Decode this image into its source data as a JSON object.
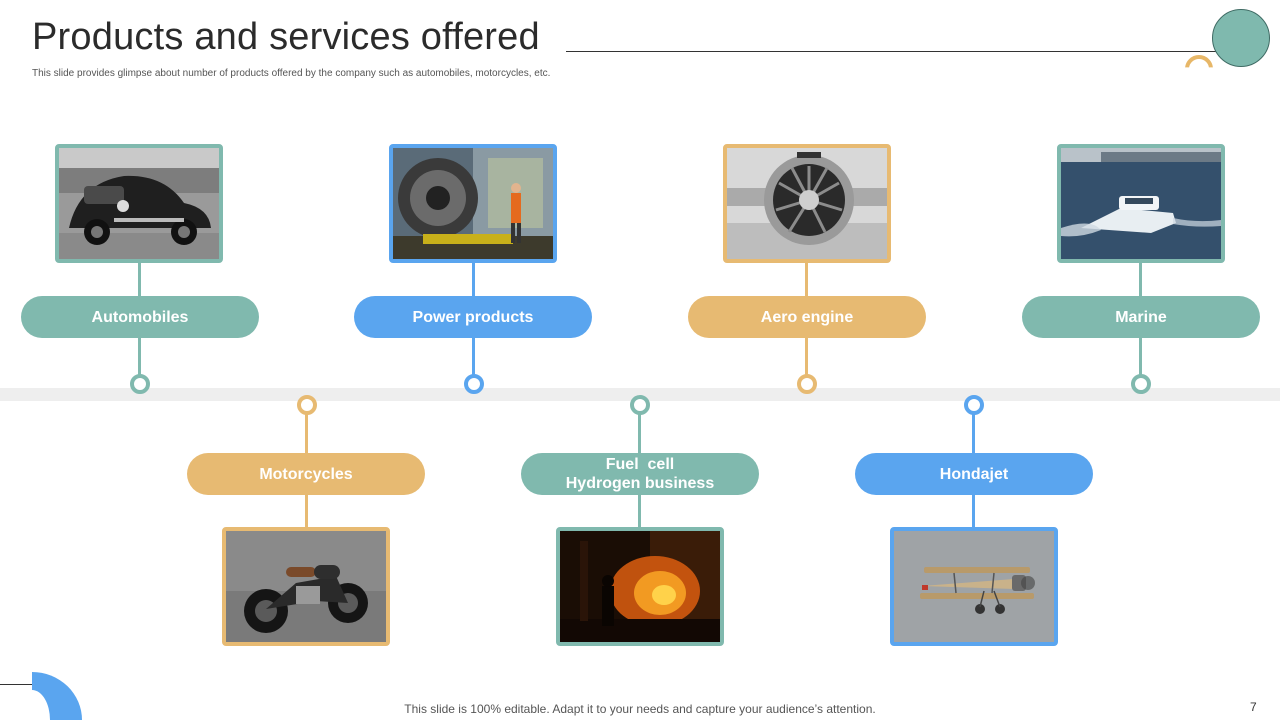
{
  "header": {
    "title": "Products and services offered",
    "subtitle": "This slide provides glimpse about number of products offered by the company such as automobiles, motorcycles, etc."
  },
  "colors": {
    "teal": "#80b9ae",
    "blue": "#5aa5ef",
    "gold": "#e7ba72"
  },
  "top_items": [
    {
      "label": "Automobiles",
      "image": "vintage-car-photo",
      "color": "teal"
    },
    {
      "label": "Power products",
      "image": "industrial-machinery-photo",
      "color": "blue"
    },
    {
      "label": "Aero engine",
      "image": "jet-engine-photo",
      "color": "gold"
    },
    {
      "label": "Marine",
      "image": "motorboat-photo",
      "color": "teal"
    }
  ],
  "bottom_items": [
    {
      "label": "Motorcycles",
      "image": "motorcycle-photo",
      "color": "gold"
    },
    {
      "label_line1": "Fuel  cell",
      "label_line2": "Hydrogen business",
      "image": "foundry-furnace-photo",
      "color": "teal"
    },
    {
      "label": "Hondajet",
      "image": "biplane-photo",
      "color": "blue"
    }
  ],
  "footer": {
    "note": "This slide is 100% editable. Adapt it to your needs and capture your audience’s attention.",
    "page_number": "7"
  }
}
